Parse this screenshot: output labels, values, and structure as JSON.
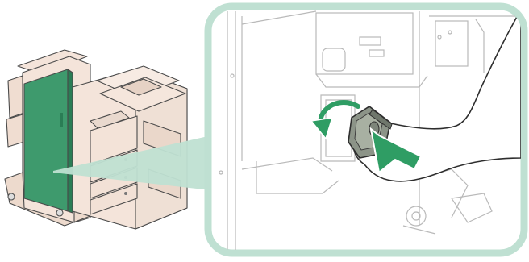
{
  "illustration": {
    "subject": "copier-finisher-staple-cartridge-insertion",
    "colors": {
      "highlight_panel": "#3e9a6d",
      "highlight_panel_dark": "#2a7d55",
      "callout_frame": "#bfe0d2",
      "machine_body": "#f4e4da",
      "machine_outline": "#4a4a4a",
      "detail_lines": "#b9b9b9",
      "cartridge": "#8c9488",
      "arrow_fill": "#2f9d64"
    },
    "icons": [
      "copier-machine",
      "finisher-door",
      "staple-cartridge",
      "hand",
      "push-arrow",
      "rotate-arrow"
    ]
  }
}
